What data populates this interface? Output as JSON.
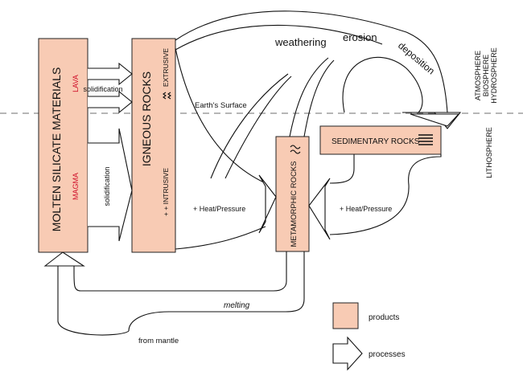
{
  "colors": {
    "product_fill": "#f8cbb4",
    "red_text": "#d0102a",
    "line": "#111111",
    "dash": "#8a8a8a"
  },
  "boxes": {
    "molten": {
      "title": "MOLTEN SILICATE MATERIALS",
      "lava": "LAVA",
      "magma": "MAGMA"
    },
    "igneous": {
      "title": "IGNEOUS ROCKS",
      "extrusive": "EXTRUSIVE",
      "intrusive": "+ + INTRUSIVE"
    },
    "metamorphic": {
      "title": "METAMORPHIC ROCKS"
    },
    "sedimentary": {
      "title": "SEDIMENTARY ROCKS"
    }
  },
  "labels": {
    "solidification_top": "solidification",
    "solidification_bottom": "solidification",
    "earth_surface": "Earth's Surface",
    "heat_pressure_left": "+ Heat/Pressure",
    "heat_pressure_right": "+ Heat/Pressure",
    "weathering": "weathering",
    "erosion": "erosion",
    "deposition": "deposition",
    "melting": "melting",
    "from_mantle": "from mantle"
  },
  "spheres": {
    "atmosphere": "ATMOSPHERE",
    "biosphere": "BIOSPHERE",
    "hydrosphere": "HYDROSPHERE",
    "lithosphere": "LITHOSPHERE"
  },
  "legend": {
    "products": "products",
    "processes": "processes"
  },
  "icons": [
    "squiggle-icon",
    "foliation-icon",
    "strata-icon",
    "intrusive-crosses-icon"
  ]
}
